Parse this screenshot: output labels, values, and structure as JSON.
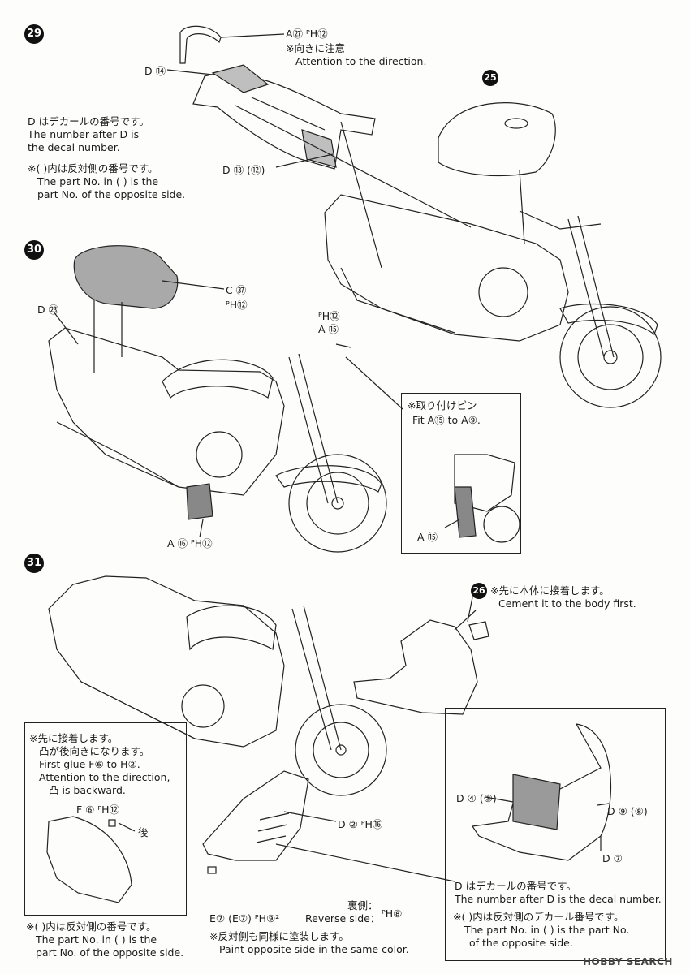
{
  "steps": {
    "s29": "29",
    "s30": "30",
    "s31": "31"
  },
  "step29": {
    "part_a27": "A㉗ ᴾH⑫",
    "note_direction_jp": "※向きに注意",
    "note_direction_en": "Attention to the direction.",
    "decal_d14": "D ⑭",
    "decal_d13": "D ⑬ (⑫)",
    "part_25": "25",
    "decal_info_jp": "D はデカールの番号です。",
    "decal_info_en1": "The number after D is",
    "decal_info_en2": "the decal number.",
    "opposite_jp": "※(  )内は反対側の番号です。",
    "opposite_en1": "The part No. in (  ) is the",
    "opposite_en2": "part No. of the opposite side."
  },
  "step30": {
    "part_c37": "C ㊲",
    "part_c37_ph": "ᴾH⑫",
    "decal_d23": "D ㉓",
    "part_a15_ph": "ᴾH⑫",
    "part_a15": "A ⑮",
    "part_a16": "A ⑯ ᴾH⑫",
    "inset_title_jp": "※取り付けピン",
    "inset_fit": "Fit A⑮ to A⑨.",
    "inset_a15": "A ⑮"
  },
  "step31": {
    "part_26": "26",
    "cement_jp": "※先に本体に接着します。",
    "cement_en": "Cement it to the body first.",
    "glue_jp1": "※先に接着します。",
    "glue_jp2": "凸が後向きになります。",
    "glue_en1": "First glue F⑥ to H②.",
    "glue_en2": "Attention to the direction,",
    "glue_en3": "凸 is backward.",
    "part_f6": "F ⑥ ᴾH⑫",
    "back_label": "後",
    "part_d2": "D ② ᴾH⑯",
    "decal_d4": "D ④ (③)",
    "decal_d9": "D ⑨ (⑧)",
    "decal_d7": "D ⑦",
    "part_e7": "E⑦ (E⑦) ᴾH⑨²",
    "reverse_jp": "裏側：",
    "reverse_en": "Reverse side：",
    "reverse_ph": "ᴾH⑧",
    "paint_jp": "※反対側も同様に塗装します。",
    "paint_en": "Paint opposite side in the same color.",
    "opp_jp": "※(  )内は反対側の番号です。",
    "opp_en1": "The part No. in (  ) is the",
    "opp_en2": "part No. of the opposite side.",
    "decal_jp": "D はデカールの番号です。",
    "decal_en": "The number after D is the decal number.",
    "opp2_jp": "※(  )内は反対側のデカール番号です。",
    "opp2_en1": "The part No. in (  ) is the part No.",
    "opp2_en2": "of the opposite side."
  },
  "watermark": "HOBBY SEARCH"
}
